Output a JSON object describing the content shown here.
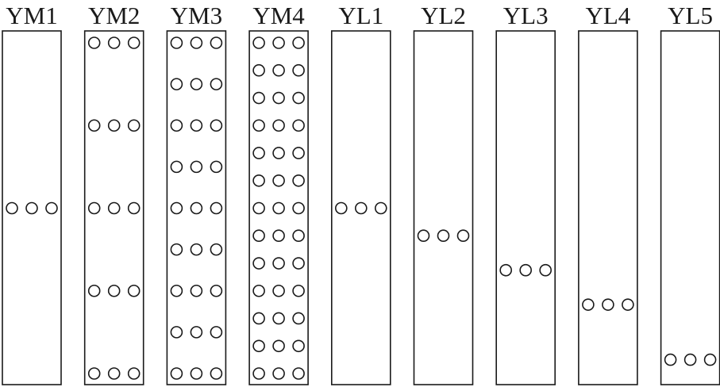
{
  "diagram": {
    "stroke_color": "#1a1a1a",
    "background_color": "#ffffff",
    "columns": [
      {
        "label": "YM1",
        "hole_rows": [
          0.5
        ]
      },
      {
        "label": "YM2",
        "hole_rows": [
          0,
          0.25,
          0.5,
          0.75,
          1
        ]
      },
      {
        "label": "YM3",
        "hole_rows": [
          0,
          0.125,
          0.25,
          0.375,
          0.5,
          0.625,
          0.75,
          0.875,
          1
        ]
      },
      {
        "label": "YM4",
        "hole_rows": [
          0,
          0.0833,
          0.1667,
          0.25,
          0.3333,
          0.4167,
          0.5,
          0.5833,
          0.6667,
          0.75,
          0.8333,
          0.9167,
          1
        ]
      },
      {
        "label": "YL1",
        "hole_rows": [
          0.5
        ]
      },
      {
        "label": "YL2",
        "hole_rows": [
          0.5833
        ]
      },
      {
        "label": "YL3",
        "hole_rows": [
          0.6875
        ]
      },
      {
        "label": "YL4",
        "hole_rows": [
          0.7917
        ]
      },
      {
        "label": "YL5",
        "hole_rows": [
          0.9583
        ]
      }
    ]
  }
}
